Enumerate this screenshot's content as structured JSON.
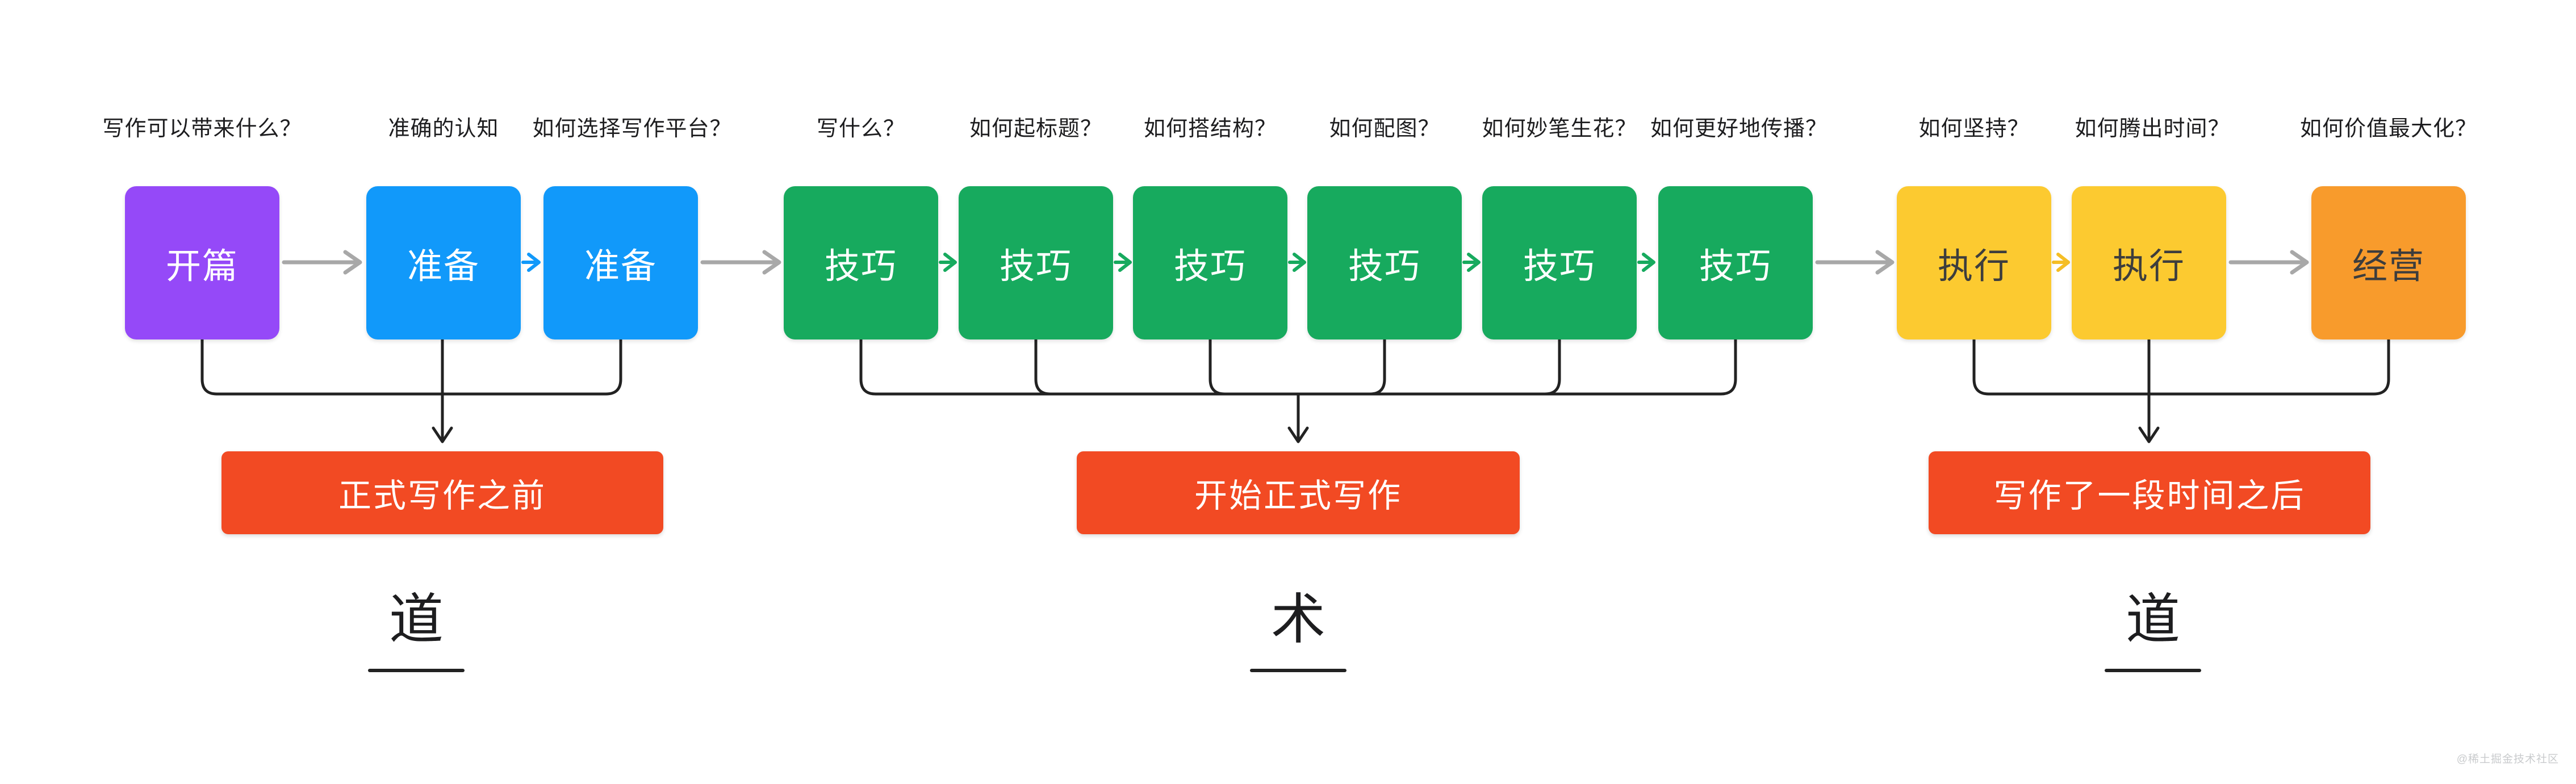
{
  "watermark": {
    "text": "@稀土掘金技术社区",
    "color": "#c9cbcd"
  },
  "palette": {
    "purple": "#9549F8",
    "blue": "#1199FA",
    "green": "#17AA5E",
    "yellow": "#FCCA30",
    "orange": "#F89B2C",
    "red_bar": "#F24A23",
    "arrow_gray": "#A8A8A8",
    "connector_black": "#222222",
    "label_text": "#1D1D1F",
    "dark_box_text": "#3D3D3D"
  },
  "sections": [
    {
      "summary": "正式写作之前",
      "tao": "道",
      "boxes": [
        {
          "question": "写作可以带来什么？",
          "label": "开篇",
          "color_name": "purple"
        },
        {
          "question": "准确的认知",
          "label": "准备",
          "color_name": "blue"
        },
        {
          "question": "如何选择写作平台？",
          "label": "准备",
          "color_name": "blue"
        }
      ]
    },
    {
      "summary": "开始正式写作",
      "tao": "术",
      "boxes": [
        {
          "question": "写什么？",
          "label": "技巧",
          "color_name": "green"
        },
        {
          "question": "如何起标题？",
          "label": "技巧",
          "color_name": "green"
        },
        {
          "question": "如何搭结构？",
          "label": "技巧",
          "color_name": "green"
        },
        {
          "question": "如何配图？",
          "label": "技巧",
          "color_name": "green"
        },
        {
          "question": "如何妙笔生花？",
          "label": "技巧",
          "color_name": "green"
        },
        {
          "question": "如何更好地传播？",
          "label": "技巧",
          "color_name": "green"
        }
      ]
    },
    {
      "summary": "写作了一段时间之后",
      "tao": "道",
      "boxes": [
        {
          "question": "如何坚持？",
          "label": "执行",
          "color_name": "yellow"
        },
        {
          "question": "如何腾出时间？",
          "label": "执行",
          "color_name": "yellow"
        },
        {
          "question": "如何价值最大化？",
          "label": "经营",
          "color_name": "orange"
        }
      ]
    }
  ]
}
